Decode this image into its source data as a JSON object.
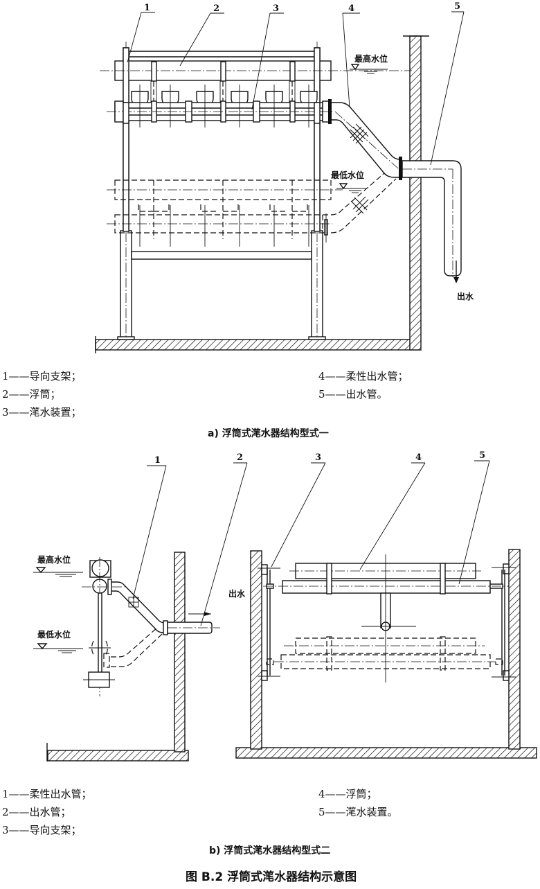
{
  "figure": {
    "title": "图 B.2  浮筒式滗水器结构示意图"
  },
  "diagram_a": {
    "callouts": [
      "1",
      "2",
      "3",
      "4",
      "5"
    ],
    "water_levels": {
      "high": "最高水位",
      "low": "最低水位"
    },
    "outlet_label": "出水",
    "legend_left": [
      "1——导向支架；",
      "2——浮筒；",
      "3——滗水装置；"
    ],
    "legend_right": [
      "4——柔性出水管；",
      "5——出水管。"
    ],
    "caption": "a)  浮筒式滗水器结构型式一"
  },
  "diagram_b": {
    "callouts": [
      "1",
      "2",
      "3",
      "4",
      "5"
    ],
    "water_levels": {
      "high": "最高水位",
      "low": "最低水位"
    },
    "outlet_label": "出水",
    "legend_left": [
      "1——柔性出水管；",
      "2——出水管；",
      "3——导向支架；"
    ],
    "legend_right": [
      "4——浮筒；",
      "5——滗水装置。"
    ],
    "caption": "b)  浮筒式滗水器结构型式二"
  }
}
